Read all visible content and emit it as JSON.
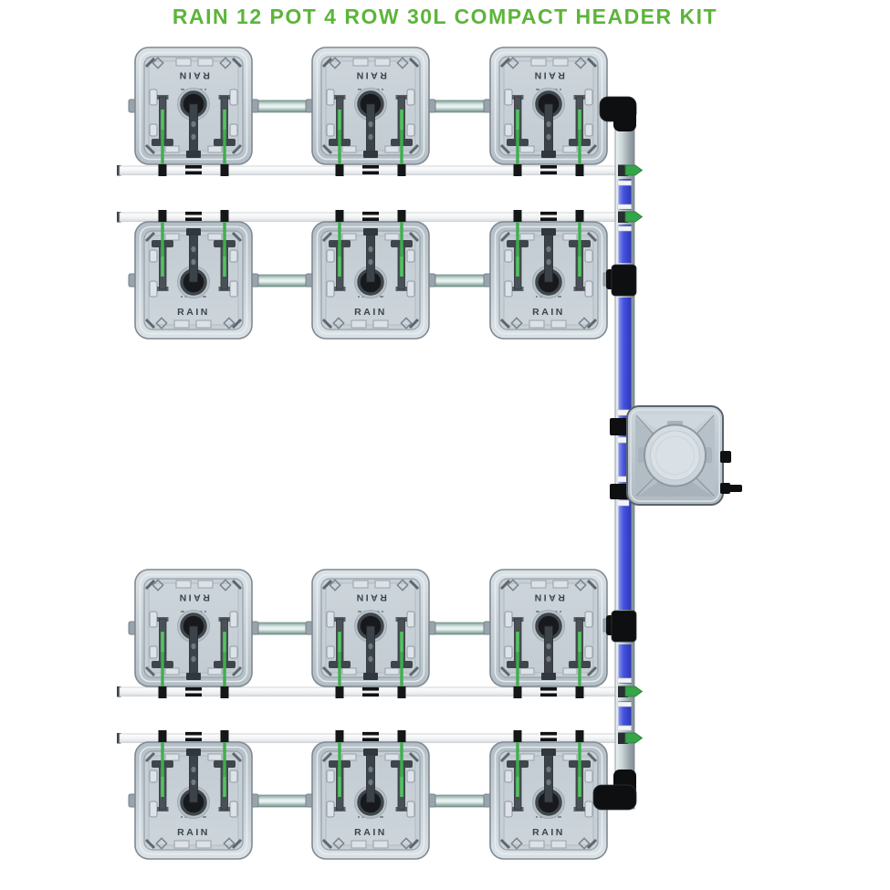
{
  "title": "RAIN 12 POT 4 ROW 30L COMPACT HEADER KIT",
  "kit": {
    "brand": "RAIN",
    "pot_label": "RAIN",
    "total_pots": 12,
    "rows": 4,
    "pots_per_row": 3,
    "pot_volume": "30L",
    "header_style": "COMPACT HEADER"
  },
  "colors": {
    "title_green": "#5cb53a",
    "irrigation_blue": "#4553de",
    "dripline_green": "#3fae4d",
    "pot_body_gray": "#c6cfd6",
    "fitting_black": "#0d0f11",
    "drain_rail_white": "#f4f5f7",
    "feed_pipe_teal": "#9fb8b4"
  }
}
